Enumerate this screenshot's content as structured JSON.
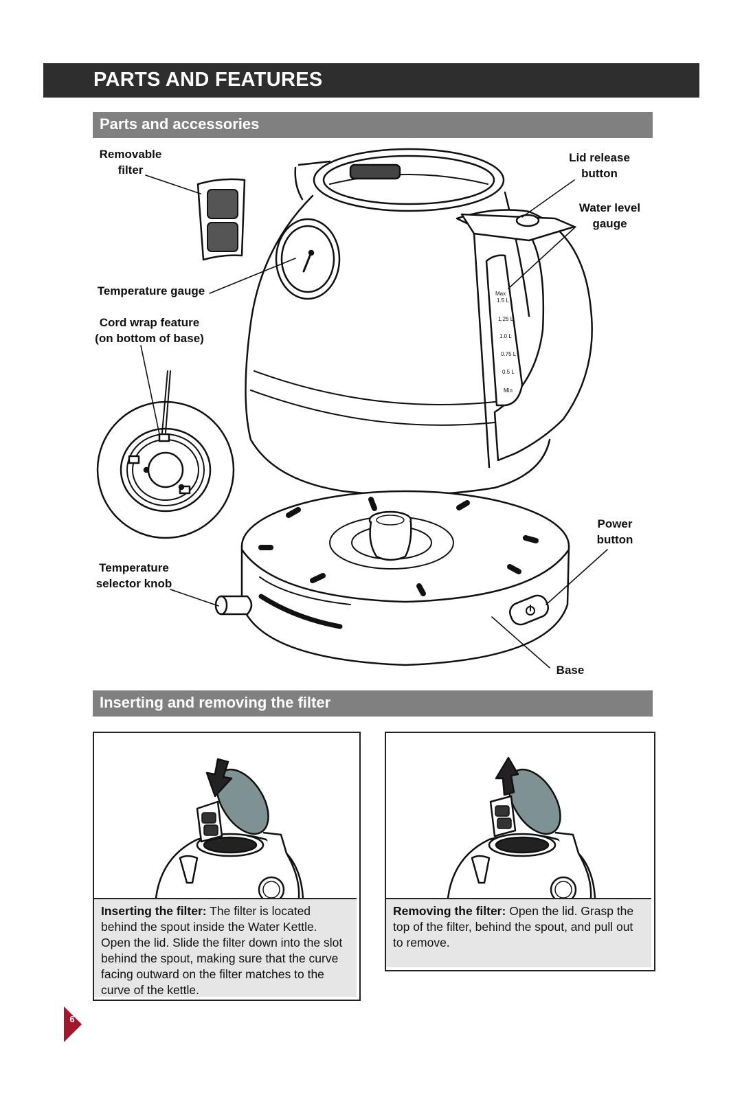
{
  "header": {
    "title": "PARTS AND FEATURES"
  },
  "sections": {
    "parts": {
      "title": "Parts and accessories"
    },
    "filter": {
      "title": "Inserting and removing the filter"
    }
  },
  "labels": {
    "removable_filter": [
      "Removable",
      "filter"
    ],
    "lid_release_button": [
      "Lid release",
      "button"
    ],
    "water_level_gauge": [
      "Water level",
      "gauge"
    ],
    "temperature_gauge": "Temperature gauge",
    "cord_wrap": [
      "Cord wrap feature",
      "(on bottom of base)"
    ],
    "power_button": [
      "Power",
      "button"
    ],
    "temperature_selector_knob": [
      "Temperature",
      "selector knob"
    ],
    "base": "Base"
  },
  "gauge_marks": [
    "Max",
    "1.5 L",
    "1.25 L",
    "1.0 L",
    "0.75 L",
    "0.5 L",
    "Min"
  ],
  "panels": {
    "insert": {
      "heading": "Inserting the filter:",
      "text": "The filter is located behind the spout inside the Water Kettle. Open the lid. Slide the filter down into the slot behind the spout, making sure that the curve facing outward on the filter matches to the curve of the kettle."
    },
    "remove": {
      "heading": "Removing the filter:",
      "text": "Open the lid. Grasp the top of the filter, behind the spout, and pull out to remove."
    }
  },
  "page_number": "6",
  "colors": {
    "header_bg": "#2e2e2e",
    "section_bg": "#808080",
    "caption_bg": "#e6e6e6",
    "page_tab": "#a3162b",
    "lid_fill": "#7f9293"
  }
}
